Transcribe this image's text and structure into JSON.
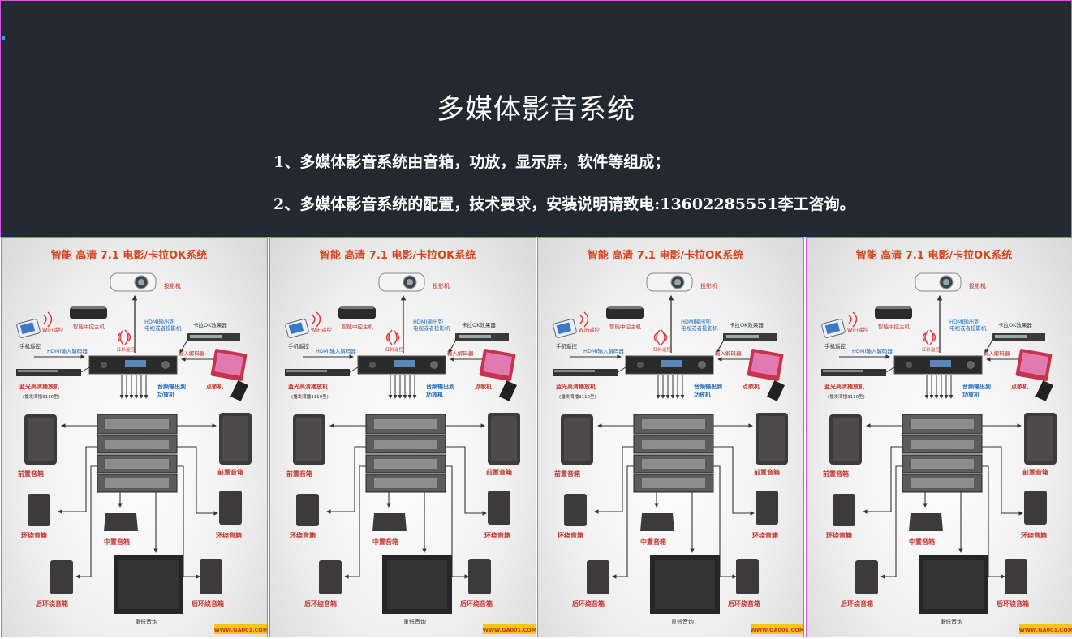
{
  "header": {
    "title": "多媒体影音系统",
    "line1": "1、多媒体影音系统由音箱，功放，显示屏，软件等组成；",
    "line2": "2、多媒体影音系统的配置，技术要求，安装说明请致电:13602285551李工咨询。"
  },
  "panel": {
    "title": "智能 高清 7.1 电影/卡拉OK系统",
    "projector": "投影机",
    "hdmi_out": "HDMI输出到",
    "hdmi_out2": "电视或者投影机",
    "ir": "红外遥控",
    "phone": "手机遥控",
    "wifi": "WiFi遥控",
    "host": "智能中控主机",
    "karaoke_proc": "卡拉OK效果器",
    "hdmi_in": "HDMI输入解码器",
    "input_decoder": "输入解码器",
    "bluray": "蓝光高清播放机",
    "bluray_sub": "(播发湾播3110型)",
    "audio_out": "音频输出到",
    "amp": "功放机",
    "song_machine": "点歌机",
    "front_l": "前置音箱",
    "front_r": "前置音箱",
    "surround_l": "环绕音箱",
    "surround_r": "环绕音箱",
    "center": "中置音箱",
    "rear_l": "后环绕音箱",
    "rear_r": "后环绕音箱",
    "sub": "重低音炮",
    "website": "WWW.GA001.COM"
  },
  "colors": {
    "header_bg": "#232930",
    "panel_title": "#d9431c",
    "label_red": "#c4332b",
    "label_blue": "#1c67b8",
    "site_bg": "#f5c518"
  }
}
